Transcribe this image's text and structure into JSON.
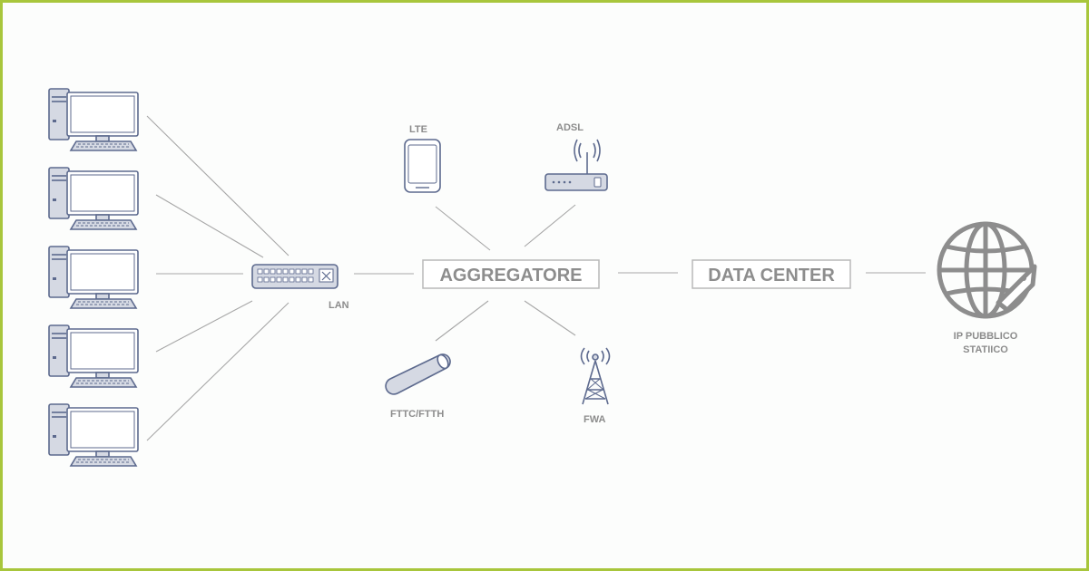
{
  "nodes": {
    "lan": "LAN",
    "lte": "LTE",
    "adsl": "ADSL",
    "fttc": "FTTC/FTTH",
    "fwa": "FWA",
    "aggregatore": "AGGREGATORE",
    "data_center": "DATA CENTER",
    "ip_line1": "IP PUBBLICO",
    "ip_line2": "STATIICO"
  },
  "computers_count": 5,
  "colors": {
    "frame": "#a8c63c",
    "icon_stroke": "#5d6a8e",
    "icon_fill": "#d5d9e3",
    "text": "#8c8c8c",
    "globe": "#8d8d8d"
  },
  "icons": [
    "computer-icon",
    "switch-icon",
    "smartphone-icon",
    "router-icon",
    "fiber-cable-icon",
    "antenna-tower-icon",
    "globe-icon"
  ]
}
